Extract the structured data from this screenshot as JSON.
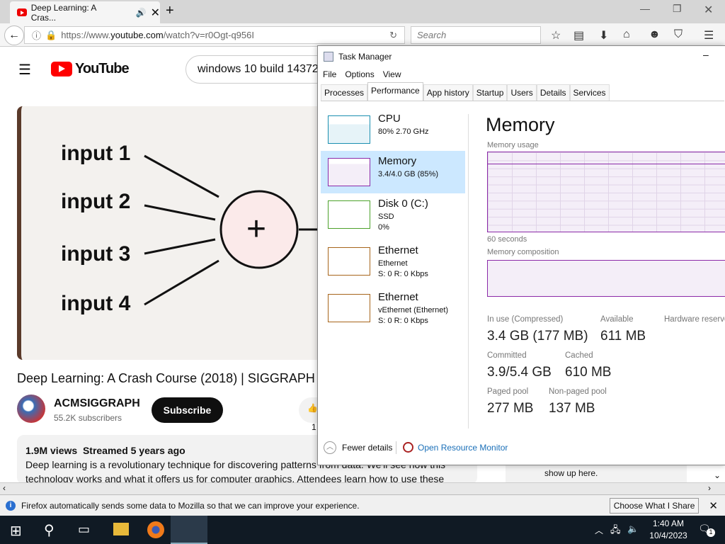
{
  "browser": {
    "tab_title": "Deep Learning: A Cras...",
    "url_prefix": "https://www.",
    "url_domain": "youtube.com",
    "url_path": "/watch?v=r0Ogt-q956I",
    "search_placeholder": "Search"
  },
  "youtube": {
    "logo": "YouTube",
    "search_value": "windows 10 build 14372",
    "diagram_inputs": [
      "input 1",
      "input 2",
      "input 3",
      "input 4"
    ],
    "diagram_symbol": "+",
    "video_title": "Deep Learning: A Crash Course (2018) | SIGGRAPH",
    "channel": "ACMSIGGRAPH",
    "subscribers": "55.2K subscribers",
    "subscribe": "Subscribe",
    "like_count": "1",
    "views": "1.9M views",
    "streamed": "Streamed 5 years ago",
    "description": "Deep learning is a revolutionary technique for discovering patterns from data. We'll see how this technology works and what it offers us for computer graphics. Attendees learn how to use these",
    "chat_text": "show up here."
  },
  "notification": {
    "text": "Firefox automatically sends some data to Mozilla so that we can improve your experience.",
    "button": "Choose What I Share"
  },
  "taskmanager": {
    "title": "Task Manager",
    "menu": [
      "File",
      "Options",
      "View"
    ],
    "tabs": [
      "Processes",
      "Performance",
      "App history",
      "Startup",
      "Users",
      "Details",
      "Services"
    ],
    "side": [
      {
        "name": "CPU",
        "sub1": "80%  2.70 GHz",
        "sub2": ""
      },
      {
        "name": "Memory",
        "sub1": "3.4/4.0 GB (85%)",
        "sub2": ""
      },
      {
        "name": "Disk 0 (C:)",
        "sub1": "SSD",
        "sub2": "0%"
      },
      {
        "name": "Ethernet",
        "sub1": "Ethernet",
        "sub2": "S: 0  R: 0 Kbps"
      },
      {
        "name": "Ethernet",
        "sub1": "vEthernet (Ethernet)",
        "sub2": "S: 0  R: 0 Kbps"
      }
    ],
    "heading": "Memory",
    "usage_label": "Memory usage",
    "seconds": "60 seconds",
    "composition_label": "Memory composition",
    "stats": {
      "in_use_label": "In use (Compressed)",
      "in_use": "3.4 GB (177 MB)",
      "available_label": "Available",
      "available": "611 MB",
      "hw_label": "Hardware reserved",
      "committed_label": "Committed",
      "committed": "3.9/5.4 GB",
      "cached_label": "Cached",
      "cached": "610 MB",
      "paged_label": "Paged pool",
      "paged": "277 MB",
      "nonpaged_label": "Non-paged pool",
      "nonpaged": "137 MB"
    },
    "fewer": "Fewer details",
    "resmon": "Open Resource Monitor"
  },
  "clock": {
    "time": "1:40 AM",
    "date": "10/4/2023",
    "notif_count": "1"
  }
}
